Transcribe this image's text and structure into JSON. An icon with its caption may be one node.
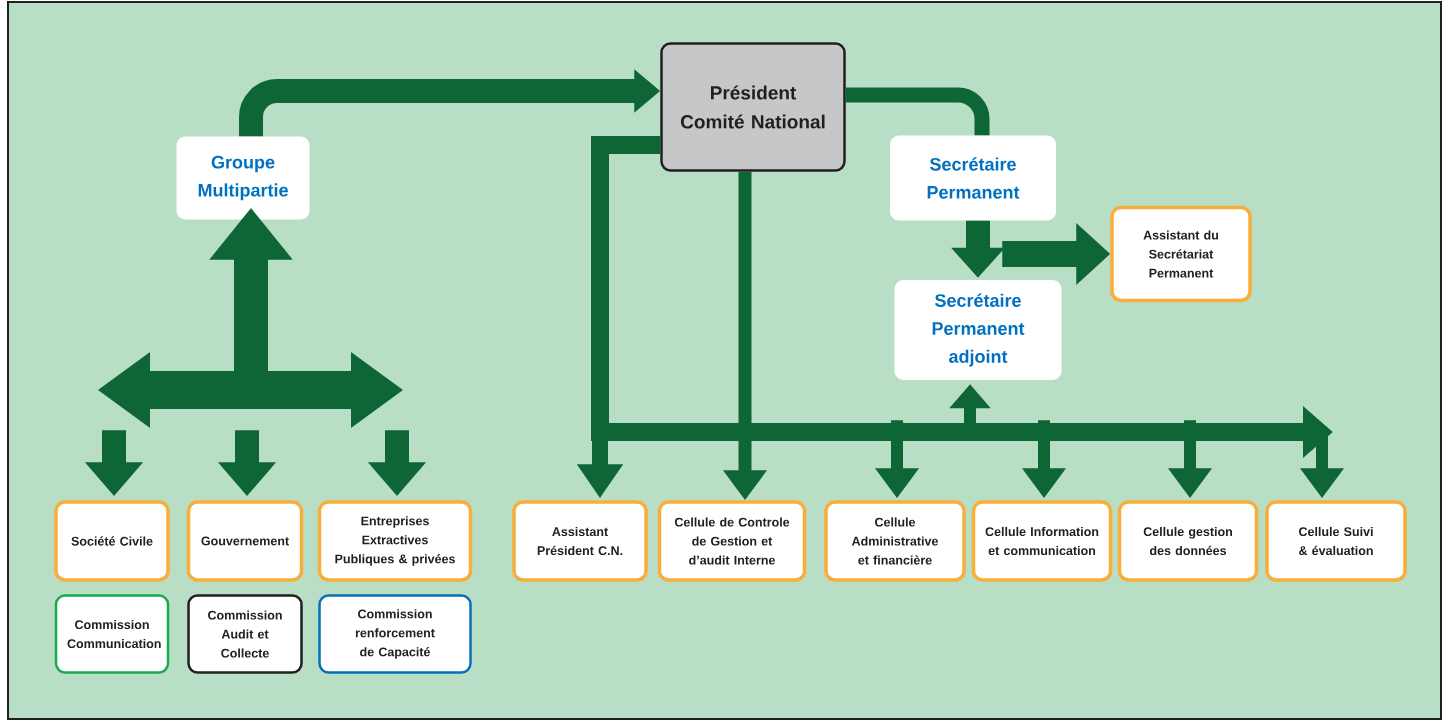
{
  "diagram": {
    "nodes": [
      {
        "text": [
          "Groupe Multipartie"
        ]
      },
      {
        "text": [
          "Président Comité National"
        ]
      },
      {
        "text": [
          "Secrétaire Permanent"
        ]
      },
      {
        "text": [
          "Assistant du Secrétariat Permanent"
        ]
      },
      {
        "text": [
          "Secrétaire Permanent adjoint"
        ]
      },
      {
        "text": [
          "Société Civile"
        ]
      },
      {
        "text": [
          "Gouvernement"
        ]
      },
      {
        "text": [
          "Entreprises Extractives Publiques & privées"
        ]
      },
      {
        "text": [
          "Commission Communication"
        ]
      },
      {
        "text": [
          "Commission Audit et Collecte"
        ]
      },
      {
        "text": [
          "Commission renforcement de Capacité"
        ]
      },
      {
        "text": [
          "Assistant Président C.N."
        ]
      },
      {
        "text": [
          "Cellule de Controle de Gestion et d’audit Interne"
        ]
      },
      {
        "text": [
          "Cellule Administrative et financière"
        ]
      },
      {
        "text": [
          "Cellule Information et communication"
        ]
      },
      {
        "text": [
          "Cellule gestion des données"
        ]
      },
      {
        "text": [
          "Cellule Suivi & évaluation"
        ]
      }
    ],
    "edges": [
      {
        "from": 0,
        "to": 1,
        "arrow": "to"
      },
      {
        "from": 1,
        "to": 2,
        "arrow": "none"
      },
      {
        "from": 2,
        "to": 4,
        "arrow": "to"
      },
      {
        "from": null,
        "to": 3,
        "arrow": "to"
      },
      {
        "from": null,
        "to": 0,
        "arrow": "to",
        "style": "thick"
      },
      {
        "from": null,
        "to": 5,
        "arrow": "to"
      },
      {
        "from": null,
        "to": 6,
        "arrow": "to"
      },
      {
        "from": null,
        "to": 7,
        "arrow": "to"
      },
      {
        "from": 1,
        "to": 11,
        "arrow": "to"
      },
      {
        "from": 1,
        "to": 12,
        "arrow": "to"
      },
      {
        "from": 1,
        "to": 13,
        "arrow": "to"
      },
      {
        "from": 1,
        "to": 14,
        "arrow": "to"
      },
      {
        "from": 1,
        "to": 15,
        "arrow": "to"
      },
      {
        "from": 1,
        "to": 16,
        "arrow": "to"
      },
      {
        "from": 1,
        "to": 4,
        "arrow": "to"
      }
    ]
  }
}
